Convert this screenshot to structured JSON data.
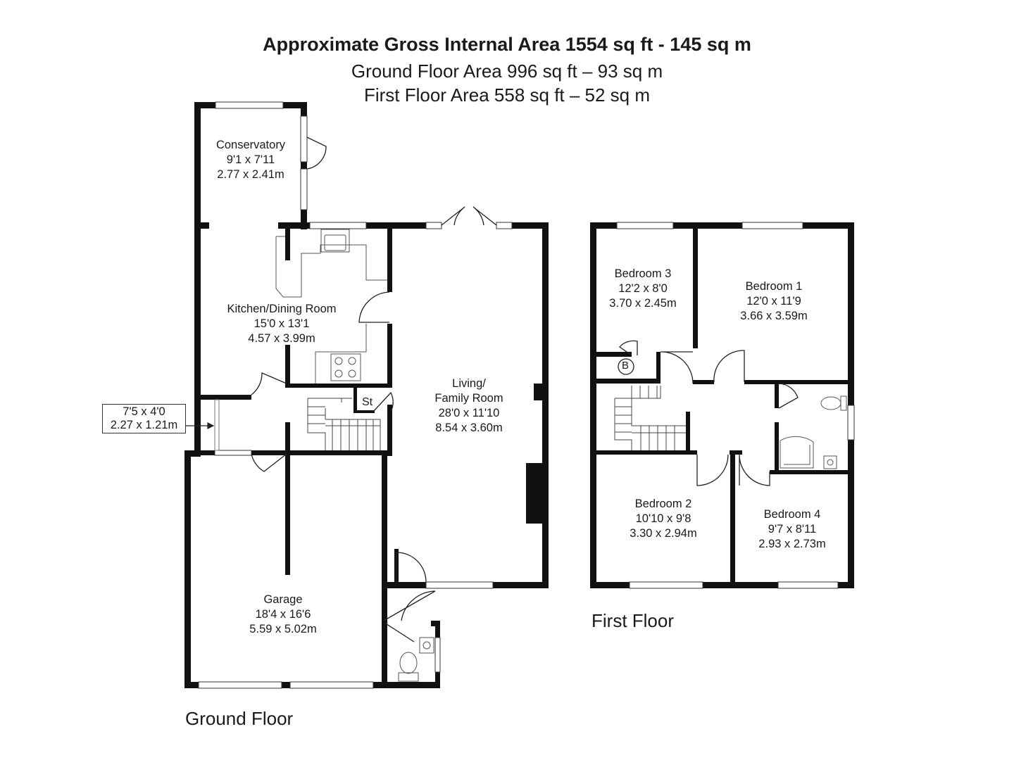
{
  "header": {
    "title": "Approximate Gross Internal Area 1554 sq ft - 145 sq m",
    "ground_area": "Ground Floor Area 996 sq ft – 93 sq m",
    "first_area": "First Floor Area 558 sq ft – 52 sq m"
  },
  "floors": {
    "ground": "Ground Floor",
    "first": "First Floor"
  },
  "rooms": {
    "conservatory": {
      "name": "Conservatory",
      "imperial": "9'1 x 7'11",
      "metric": "2.77 x 2.41m"
    },
    "kitchen": {
      "name": "Kitchen/Dining Room",
      "imperial": "15'0 x 13'1",
      "metric": "4.57 x 3.99m"
    },
    "living": {
      "name_line1": "Living/",
      "name_line2": "Family Room",
      "imperial": "28'0 x 11'10",
      "metric": "8.54 x 3.60m"
    },
    "hall": {
      "imperial": "7'5 x 4'0",
      "metric": "2.27 x 1.21m"
    },
    "garage": {
      "name": "Garage",
      "imperial": "18'4 x 16'6",
      "metric": "5.59 x 5.02m"
    },
    "bedroom3": {
      "name": "Bedroom 3",
      "imperial": "12'2 x 8'0",
      "metric": "3.70 x 2.45m"
    },
    "bedroom1": {
      "name": "Bedroom 1",
      "imperial": "12'0 x 11'9",
      "metric": "3.66 x 3.59m"
    },
    "bedroom2": {
      "name": "Bedroom 2",
      "imperial": "10'10 x 9'8",
      "metric": "3.30 x 2.94m"
    },
    "bedroom4": {
      "name": "Bedroom 4",
      "imperial": "9'7 x 8'11",
      "metric": "2.93 x 2.73m"
    }
  },
  "symbols": {
    "storage": "St",
    "boiler": "B"
  }
}
